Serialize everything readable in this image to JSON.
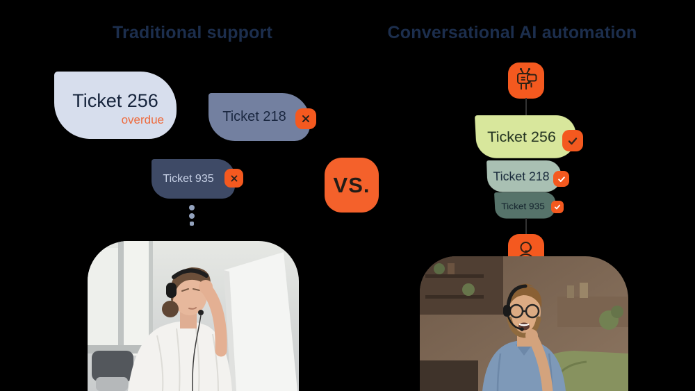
{
  "page": {
    "background": "#000000"
  },
  "left_panel": {
    "title": "Traditional support",
    "tickets": [
      {
        "label": "Ticket 256",
        "status": "overdue"
      },
      {
        "label": "Ticket 218"
      },
      {
        "label": "Ticket 935"
      }
    ],
    "photo": "stressed female support agent with headset at desk"
  },
  "divider": {
    "vs_label": "VS."
  },
  "right_panel": {
    "title": "Conversational AI automation",
    "tickets": [
      {
        "label": "Ticket 256"
      },
      {
        "label": "Ticket 218"
      },
      {
        "label": "Ticket 935"
      }
    ],
    "photo": "smiling male support agent with headset"
  },
  "colors": {
    "accent_orange": "#F4591F",
    "vs_orange": "#F4612B",
    "heading_navy": "#1C2E4D",
    "bubble_light_blue": "#D7DEED",
    "bubble_slate": "#7380A0",
    "bubble_dark_slate": "#3E4A66",
    "bubble_green": "#D8E79C",
    "bubble_sage": "#A9C0B3",
    "bubble_dark_sage": "#56736A",
    "overdue_orange": "#EE6A3C"
  }
}
